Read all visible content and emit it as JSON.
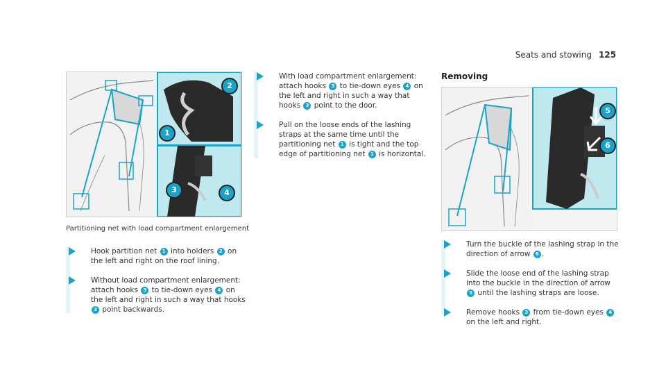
{
  "header": {
    "section": "Seats and stowing",
    "page": "125"
  },
  "figure1": {
    "caption": "Partitioning net with load compartment enlargement",
    "callouts": [
      "1",
      "2",
      "3",
      "4"
    ]
  },
  "figure2": {
    "callouts": [
      "5",
      "6"
    ]
  },
  "removing": {
    "title": "Removing"
  },
  "steps_left": [
    {
      "t1": "Hook partition net ",
      "b1": "1",
      "t2": " into holders ",
      "b2": "2",
      "t3": " on the left and right on the roof lining."
    },
    {
      "t1": "Without load compartment enlargement: attach hooks ",
      "b1": "3",
      "t2": " to tie-down eyes ",
      "b2": "4",
      "t3": " on the left and right in such a way that hooks ",
      "b3": "3",
      "t4": " point backwards."
    }
  ],
  "steps_mid": [
    {
      "t1": "With load compartment enlargement: attach hooks ",
      "b1": "3",
      "t2": " to tie-down eyes ",
      "b2": "4",
      "t3": " on the left and right in such a way that hooks ",
      "b3": "3",
      "t4": " point to the door."
    },
    {
      "t1": "Pull on the loose ends of the lashing straps at the same time until the partitioning net ",
      "b1": "1",
      "t2": " is tight and the top edge of partitioning net ",
      "b2": "1",
      "t3": " is horizontal."
    }
  ],
  "steps_right": [
    {
      "t1": "Turn the buckle of the lashing strap in the direction of arrow ",
      "b1": "6",
      "t2": "."
    },
    {
      "t1": "Slide the loose end of the lashing strap into the buckle in the direction of arrow ",
      "b1": "5",
      "t2": " until the lashing straps are loose."
    },
    {
      "t1": "Remove hooks ",
      "b1": "3",
      "t2": " from tie-down eyes ",
      "b2": "4",
      "t3": " on the left and right."
    }
  ],
  "colors": {
    "accent": "#1aa3c8",
    "panel": "#bfe9ef",
    "stepbg": "#e4f3f8"
  }
}
